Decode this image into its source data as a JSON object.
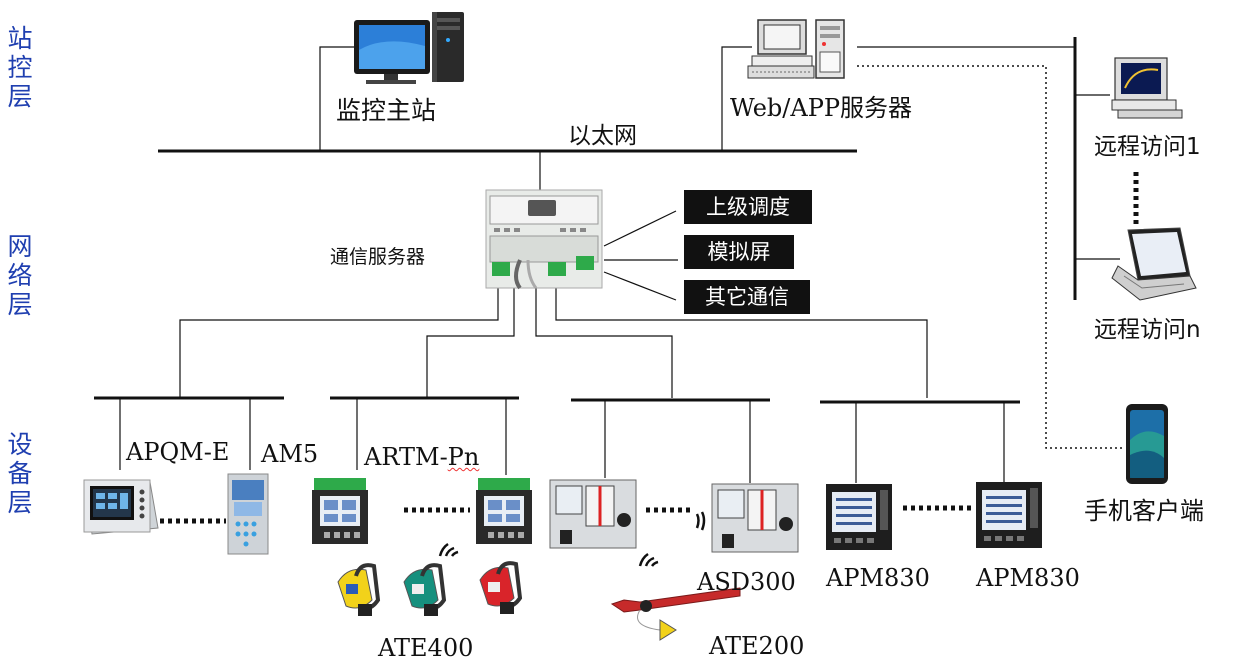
{
  "layers": {
    "station": "站控层",
    "network": "网络层",
    "device": "设备层"
  },
  "station": {
    "monitor": "监控主站",
    "web_server": "Web/APP服务器",
    "ethernet": "以太网"
  },
  "network": {
    "comm_server": "通信服务器",
    "outputs": [
      "上级调度",
      "模拟屏",
      "其它通信"
    ]
  },
  "remote": {
    "access1": "远程访问1",
    "accessn": "远程访问n",
    "mobile": "手机客户端"
  },
  "devices": {
    "apqm": "APQM-E",
    "am5": "AM5",
    "artm": "ARTM-Pn",
    "asd300": "ASD300",
    "apm830_a": "APM830",
    "apm830_b": "APM830",
    "ate400": "ATE400",
    "ate200": "ATE200"
  },
  "colors": {
    "layer_text": "#1f3fb0",
    "line": "#111111",
    "label_box": "#111111",
    "device_green": "#2eaa4a",
    "sensor_yellow": "#f2d21a",
    "sensor_teal": "#16907e",
    "sensor_red": "#d9242a",
    "probe_red": "#c62a2a"
  }
}
